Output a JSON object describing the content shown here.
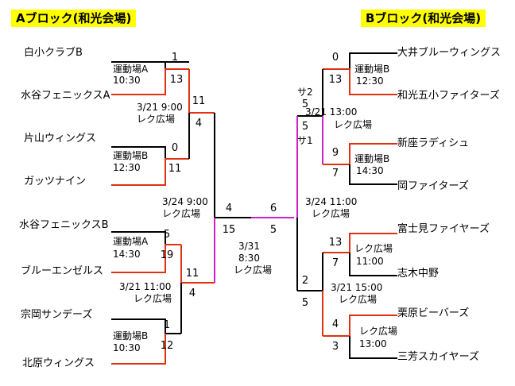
{
  "blocks": {
    "a": {
      "title": "Aブロック(和光会場)"
    },
    "b": {
      "title": "Bブロック(和光会場)"
    }
  },
  "teams": {
    "a1": "白小クラブB",
    "a2": "水谷フェニックスA",
    "a3": "片山ウィングス",
    "a4": "ガッツナイン",
    "a5": "水谷フェニックスB",
    "a6": "ブルーエンゼルス",
    "a7": "宗岡サンデーズ",
    "a8": "北原ウィングス",
    "b1": "大井ブルーウィングス",
    "b2": "和光五小ファイターズ",
    "b3": "新座ラディシュ",
    "b4": "岡ファイターズ",
    "b5": "富士見ファイヤーズ",
    "b6": "志木中野",
    "b7": "栗原ビーバーズ",
    "b8": "三芳スカイヤーズ"
  },
  "scores": {
    "a_r1m1_top": "1",
    "a_r1m1_bot": "13",
    "a_r1m2_top": "0",
    "a_r1m2_bot": "11",
    "a_r1m3_top": "5",
    "a_r1m3_bot": "19",
    "a_r1m4_top": "1",
    "a_r1m4_bot": "12",
    "a_r2m1_top": "11",
    "a_r2m1_bot": "4",
    "a_r2m2_top": "11",
    "a_r2m2_bot": "4",
    "a_sf_top": "4",
    "a_sf_bot": "15",
    "b_r1m1_top": "0",
    "b_r1m1_bot": "13",
    "b_r1m2_top": "9",
    "b_r1m2_bot": "7",
    "b_r1m3_top": "13",
    "b_r1m3_bot": "7",
    "b_r1m4_top": "4",
    "b_r1m4_bot": "3",
    "b_r2m1_top": "5",
    "b_r2m1_bot": "5",
    "b_r2m2_top": "2",
    "b_r2m2_bot": "5",
    "b_sf_top": "6",
    "b_sf_bot": "5"
  },
  "labels": {
    "sa2": "サ2",
    "sa1": "サ1"
  },
  "venues": {
    "a1_place": "運動場A",
    "a1_time": "10:30",
    "a2_place": "運動場B",
    "a2_time": "12:30",
    "a3_place": "運動場A",
    "a3_time": "14:30",
    "a4_place": "運動場B",
    "a4_time": "10:30",
    "a_r2a_date": "3/21  9:00",
    "a_r2a_place": "レク広場",
    "a_r2b_date": "3/21  11:00",
    "a_r2b_place": "レク広場",
    "a_sf_date": "3/24  9:00",
    "a_sf_place": "レク広場",
    "final_date": "3/31",
    "final_time": "8:30",
    "final_place": "レク広場",
    "b1_place": "運動場B",
    "b1_time": "12:30",
    "b2_place": "運動場B",
    "b2_time": "14:30",
    "b3_place": "レク広場",
    "b3_time": "11:00",
    "b4_place": "レク広場",
    "b4_time": "13:00",
    "b_r2a_date": "3/21  13:00",
    "b_r2a_place": "レク広場",
    "b_r2b_date": "3/21  15:00",
    "b_r2b_place": "レク広場",
    "b_sf_date": "3/24  11:00",
    "b_sf_place": "レク広場"
  },
  "colors": {
    "line": "#000000",
    "winner_line": "#e03010",
    "final_line": "#cc22cc",
    "title_bg": "#ffff00"
  }
}
